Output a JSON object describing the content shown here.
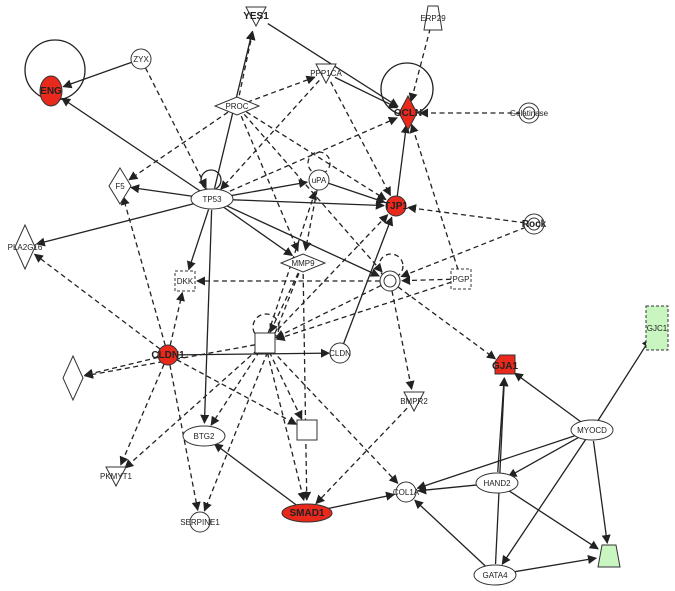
{
  "colors": {
    "up_regulated": "#e8291c",
    "down_regulated": "#c9f5c0",
    "unchanged": "#ffffff",
    "stroke": "#333333"
  },
  "nodes": [
    {
      "id": "YES1",
      "label": "YES1",
      "shape": "triangle-down",
      "fill": "white"
    },
    {
      "id": "ERP29",
      "label": "ERP29",
      "shape": "trapezoid",
      "fill": "white"
    },
    {
      "id": "ENG",
      "label": "ENG",
      "shape": "ellipse",
      "fill": "red"
    },
    {
      "id": "ZYX",
      "label": "ZYX",
      "shape": "circle",
      "fill": "white"
    },
    {
      "id": "PPP1CA",
      "label": "PPP1CA",
      "shape": "triangle-down",
      "fill": "white"
    },
    {
      "id": "OCLN",
      "label": "OCLN",
      "shape": "diamond",
      "fill": "red"
    },
    {
      "id": "Gelatinase",
      "label": "Gelatinase",
      "shape": "double-circle",
      "fill": "white"
    },
    {
      "id": "PROC",
      "label": "PROC",
      "shape": "diamond",
      "fill": "white"
    },
    {
      "id": "F5",
      "label": "F5",
      "shape": "diamond",
      "fill": "white"
    },
    {
      "id": "TP53",
      "label": "TP53",
      "shape": "ellipse",
      "fill": "white"
    },
    {
      "id": "PLAU",
      "label": "uPA",
      "shape": "circle",
      "fill": "white"
    },
    {
      "id": "TJP1",
      "label": "TJP1",
      "shape": "circle",
      "fill": "red"
    },
    {
      "id": "Rock",
      "label": "Rock",
      "shape": "double-circle",
      "fill": "white"
    },
    {
      "id": "PLA2G16",
      "label": "PLA2G16",
      "shape": "diamond",
      "fill": "white"
    },
    {
      "id": "MMP9",
      "label": "MMP9",
      "shape": "diamond",
      "fill": "white"
    },
    {
      "id": "DKK",
      "label": "DKK",
      "shape": "square-dashed",
      "fill": "white"
    },
    {
      "id": "HUB",
      "label": "",
      "shape": "double-circle",
      "fill": "white"
    },
    {
      "id": "PGP",
      "label": "PGP",
      "shape": "square-dashed",
      "fill": "white"
    },
    {
      "id": "GJC1",
      "label": "GJC1",
      "shape": "rect-dashed",
      "fill": "green"
    },
    {
      "id": "CLDN1",
      "label": "CLDN1",
      "shape": "circle",
      "fill": "red"
    },
    {
      "id": "SQ",
      "label": "",
      "shape": "square",
      "fill": "white"
    },
    {
      "id": "CLDN",
      "label": "CLDN",
      "shape": "circle",
      "fill": "white"
    },
    {
      "id": "GJA1",
      "label": "GJA1",
      "shape": "square-red",
      "fill": "red"
    },
    {
      "id": "DIAM",
      "label": "",
      "shape": "diamond",
      "fill": "white"
    },
    {
      "id": "BMPR2",
      "label": "BMPR2",
      "shape": "triangle-down",
      "fill": "white"
    },
    {
      "id": "MYOCD",
      "label": "MYOCD",
      "shape": "ellipse",
      "fill": "white"
    },
    {
      "id": "BTG2",
      "label": "BTG2",
      "shape": "ellipse",
      "fill": "white"
    },
    {
      "id": "SQ2",
      "label": "",
      "shape": "square",
      "fill": "white"
    },
    {
      "id": "PKMYT1",
      "label": "PKMYT1",
      "shape": "triangle-down",
      "fill": "white"
    },
    {
      "id": "HAND2",
      "label": "HAND2",
      "shape": "ellipse",
      "fill": "white"
    },
    {
      "id": "COL1A",
      "label": "COL1A",
      "shape": "circle",
      "fill": "white"
    },
    {
      "id": "SMAD1",
      "label": "SMAD1",
      "shape": "ellipse",
      "fill": "red"
    },
    {
      "id": "SERPINE1",
      "label": "SERPINE1",
      "shape": "circle",
      "fill": "white"
    },
    {
      "id": "TRAP",
      "label": "",
      "shape": "trapezoid",
      "fill": "green"
    },
    {
      "id": "GATA4",
      "label": "GATA4",
      "shape": "ellipse",
      "fill": "white"
    }
  ],
  "edges": [
    {
      "from": "YES1",
      "to": "OCLN",
      "style": "solid"
    },
    {
      "from": "ERP29",
      "to": "OCLN",
      "style": "dash"
    },
    {
      "from": "ZYX",
      "to": "ENG",
      "style": "solid"
    },
    {
      "from": "ZYX",
      "to": "TP53",
      "style": "dash"
    },
    {
      "from": "PPP1CA",
      "to": "OCLN",
      "style": "solid"
    },
    {
      "from": "PPP1CA",
      "to": "TJP1",
      "style": "dash"
    },
    {
      "from": "PPP1CA",
      "to": "TP53",
      "style": "dash"
    },
    {
      "from": "Gelatinase",
      "to": "OCLN",
      "style": "dash"
    },
    {
      "from": "PROC",
      "to": "YES1",
      "style": "dash"
    },
    {
      "from": "PROC",
      "to": "F5",
      "style": "dash"
    },
    {
      "from": "PROC",
      "to": "PPP1CA",
      "style": "dash"
    },
    {
      "from": "PROC",
      "to": "TJP1",
      "style": "dash"
    },
    {
      "from": "PROC",
      "to": "MMP9",
      "style": "dash"
    },
    {
      "from": "PROC",
      "to": "HUB",
      "style": "dash"
    },
    {
      "from": "TP53",
      "to": "ENG",
      "style": "solid"
    },
    {
      "from": "TP53",
      "to": "YES1",
      "style": "solid"
    },
    {
      "from": "TP53",
      "to": "F5",
      "style": "solid"
    },
    {
      "from": "TP53",
      "to": "PLAU",
      "style": "solid"
    },
    {
      "from": "TP53",
      "to": "TJP1",
      "style": "solid"
    },
    {
      "from": "TP53",
      "to": "PLA2G16",
      "style": "solid"
    },
    {
      "from": "TP53",
      "to": "MMP9",
      "style": "solid"
    },
    {
      "from": "TP53",
      "to": "DKK",
      "style": "solid"
    },
    {
      "from": "TP53",
      "to": "HUB",
      "style": "solid"
    },
    {
      "from": "TP53",
      "to": "BTG2",
      "style": "solid"
    },
    {
      "from": "TP53",
      "to": "OCLN",
      "style": "dash"
    },
    {
      "from": "PLAU",
      "to": "TJP1",
      "style": "solid"
    },
    {
      "from": "PLAU",
      "to": "MMP9",
      "style": "dash"
    },
    {
      "from": "TJP1",
      "to": "OCLN",
      "style": "solid"
    },
    {
      "from": "Rock",
      "to": "TJP1",
      "style": "dash"
    },
    {
      "from": "Rock",
      "to": "HUB",
      "style": "dash"
    },
    {
      "from": "PGP",
      "to": "HUB",
      "style": "dash"
    },
    {
      "from": "PGP",
      "to": "OCLN",
      "style": "dash"
    },
    {
      "from": "PGP",
      "to": "SQ",
      "style": "dash"
    },
    {
      "from": "HUB",
      "to": "DKK",
      "style": "dash"
    },
    {
      "from": "HUB",
      "to": "GJA1",
      "style": "dash"
    },
    {
      "from": "HUB",
      "to": "BMPR2",
      "style": "dash"
    },
    {
      "from": "HUB",
      "to": "SQ",
      "style": "dash"
    },
    {
      "from": "MMP9",
      "to": "SQ",
      "style": "dash"
    },
    {
      "from": "MMP9",
      "to": "SMAD1",
      "style": "dash"
    },
    {
      "from": "MMP9",
      "to": "SERPINE1",
      "style": "dash"
    },
    {
      "from": "CLDN1",
      "to": "PLA2G16",
      "style": "dash"
    },
    {
      "from": "CLDN1",
      "to": "F5",
      "style": "dash"
    },
    {
      "from": "CLDN1",
      "to": "DKK",
      "style": "dash"
    },
    {
      "from": "CLDN1",
      "to": "CLDN",
      "style": "solid"
    },
    {
      "from": "CLDN1",
      "to": "DIAM",
      "style": "dash"
    },
    {
      "from": "CLDN1",
      "to": "PKMYT1",
      "style": "dash"
    },
    {
      "from": "CLDN1",
      "to": "SERPINE1",
      "style": "dash"
    },
    {
      "from": "CLDN1",
      "to": "SQ2",
      "style": "dash"
    },
    {
      "from": "CLDN",
      "to": "TJP1",
      "style": "solid"
    },
    {
      "from": "SQ",
      "to": "TJP1",
      "style": "dash"
    },
    {
      "from": "SQ",
      "to": "PLAU",
      "style": "dash"
    },
    {
      "from": "SQ",
      "to": "DIAM",
      "style": "dash"
    },
    {
      "from": "SQ",
      "to": "BTG2",
      "style": "dash"
    },
    {
      "from": "SQ",
      "to": "SQ2",
      "style": "dash"
    },
    {
      "from": "SQ",
      "to": "SMAD1",
      "style": "dash"
    },
    {
      "from": "SQ",
      "to": "COL1A",
      "style": "dash"
    },
    {
      "from": "SQ",
      "to": "PKMYT1",
      "style": "dash"
    },
    {
      "from": "BMPR2",
      "to": "SMAD1",
      "style": "dash"
    },
    {
      "from": "SMAD1",
      "to": "BTG2",
      "style": "solid"
    },
    {
      "from": "SMAD1",
      "to": "COL1A",
      "style": "solid"
    },
    {
      "from": "MYOCD",
      "to": "GJC1",
      "style": "solid"
    },
    {
      "from": "MYOCD",
      "to": "GJA1",
      "style": "solid"
    },
    {
      "from": "MYOCD",
      "to": "COL1A",
      "style": "solid"
    },
    {
      "from": "MYOCD",
      "to": "HAND2",
      "style": "solid"
    },
    {
      "from": "MYOCD",
      "to": "TRAP",
      "style": "solid"
    },
    {
      "from": "MYOCD",
      "to": "GATA4",
      "style": "solid"
    },
    {
      "from": "HAND2",
      "to": "GJA1",
      "style": "solid"
    },
    {
      "from": "HAND2",
      "to": "COL1A",
      "style": "solid"
    },
    {
      "from": "HAND2",
      "to": "TRAP",
      "style": "solid"
    },
    {
      "from": "GATA4",
      "to": "COL1A",
      "style": "solid"
    },
    {
      "from": "GATA4",
      "to": "GJA1",
      "style": "solid"
    },
    {
      "from": "GATA4",
      "to": "TRAP",
      "style": "solid"
    }
  ],
  "self_loops": [
    "ENG",
    "OCLN",
    "TP53",
    "PLAU",
    "SQ",
    "HUB"
  ]
}
